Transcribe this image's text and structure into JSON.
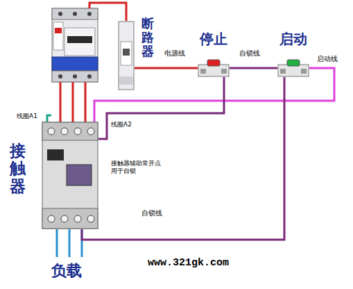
{
  "diagram": {
    "nodes": [
      {
        "text": [
          "断路器"
        ]
      },
      {
        "text": [
          "停止"
        ]
      },
      {
        "text": [
          "启动"
        ]
      },
      {
        "text": [
          "接触器"
        ]
      }
    ],
    "edges": [
      {
        "from": 0,
        "to": 1,
        "arrow": "none",
        "label": "电源线"
      },
      {
        "from": 1,
        "to": 2,
        "arrow": "none",
        "label": "自锁线"
      },
      {
        "from": 2,
        "to": 3,
        "arrow": "none",
        "label": "启动线"
      },
      {
        "from": 3,
        "to": 2,
        "arrow": "none",
        "label": "自锁线"
      },
      {
        "from": 1,
        "to": 3,
        "arrow": "none"
      }
    ],
    "labels": [
      "线圈A1",
      "线圈A2",
      "接触器辅助常开点用于自锁",
      "负载",
      "www.321gk.com"
    ]
  }
}
